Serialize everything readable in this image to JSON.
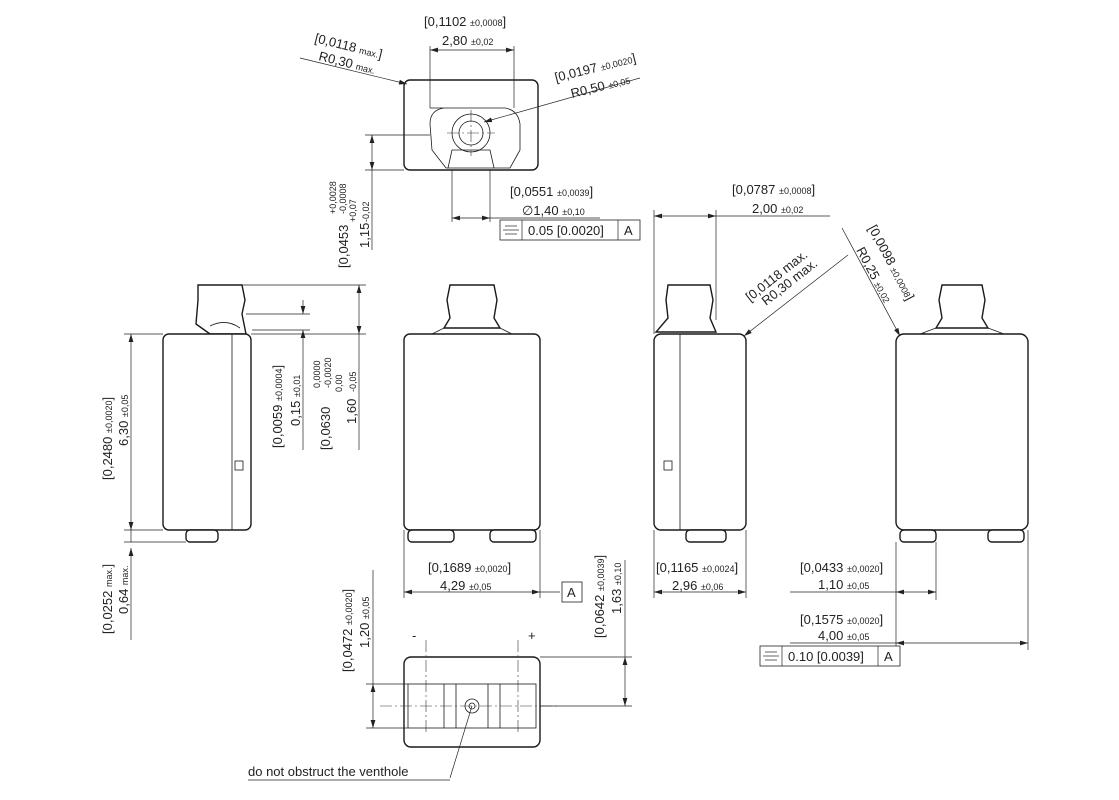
{
  "dims": {
    "top_width_in": "[0,1102",
    "top_width_in_tol": "±0,0008",
    "top_width_mm": "2,80",
    "top_width_mm_tol": "±0,02",
    "corner_in": "[0,0118",
    "corner_in_suffix": "max.",
    "corner_mm": "R0,30",
    "corner_mm_suffix": "max.",
    "vent_r_in": "[0,0197",
    "vent_r_in_tol": "±0,0020",
    "vent_r_mm": "R0,50",
    "vent_r_mm_tol": "±0,05",
    "vent_d_in": "[0,0551",
    "vent_d_in_tol": "±0,0039",
    "vent_d_mm": "∅1,40",
    "vent_d_mm_tol": "±0,10",
    "sym_tol_1": "0.05 [0.0020]",
    "datum_a": "A",
    "cap_h_in": "[0,0453",
    "cap_h_in_tol_up": "+0,0028",
    "cap_h_in_tol_dn": "-0,0008",
    "cap_h_mm": "1,15",
    "cap_h_mm_tol_up": "+0,07",
    "cap_h_mm_tol_dn": "-0,02",
    "depth_in": "[0,0787",
    "depth_in_tol": "±0,0008",
    "depth_mm": "2,00",
    "depth_mm_tol": "±0,02",
    "corner2_in": "[0,0118 max.",
    "corner2_mm": "R0,30 max.",
    "edge_r_in": "[0,0098",
    "edge_r_in_tol": "±0,0008",
    "edge_r_mm": "R0,25",
    "edge_r_mm_tol": "±0,02",
    "body_h_in": "[0,2480",
    "body_h_in_tol": "±0,0020",
    "body_h_mm": "6,30",
    "body_h_mm_tol": "±0,05",
    "shoulder_in": "[0,0059",
    "shoulder_in_tol": "±0,0004",
    "shoulder_mm": "0,15",
    "shoulder_mm_tol": "±0,01",
    "cap_total_in": "[0,0630",
    "cap_total_in_tol_up": "0,0000",
    "cap_total_in_tol_dn": "-0,0020",
    "cap_total_mm": "1,60",
    "cap_total_mm_tol_up": "0,00",
    "cap_total_mm_tol_dn": "-0,05",
    "foot_in": "[0,0252",
    "foot_in_suffix": "max.",
    "foot_mm": "0,64",
    "foot_mm_suffix": "max.",
    "width_in": "[0,1689",
    "width_in_tol": "±0,0020",
    "width_mm": "4,29",
    "width_mm_tol": "±0,05",
    "pin_in": "[0,0642",
    "pin_in_tol": "±0,0039",
    "pin_mm": "1,63",
    "pin_mm_tol": "±0,10",
    "side_w_in": "[0,1165",
    "side_w_in_tol": "±0,0024",
    "side_w_mm": "2,96",
    "side_w_mm_tol": "±0,06",
    "term_in": "[0,0433",
    "term_in_tol": "±0,0020",
    "term_mm": "1,10",
    "term_mm_tol": "±0,05",
    "rear_w_in": "[0,1575",
    "rear_w_in_tol": "±0,0020",
    "rear_w_mm": "4,00",
    "rear_w_mm_tol": "±0,05",
    "sym_tol_2": "0.10 [0.0039]",
    "bottom_h_in": "[0,0472",
    "bottom_h_in_tol": "±0,0020",
    "bottom_h_mm": "1,20",
    "bottom_h_mm_tol": "±0,05"
  },
  "labels": {
    "minus": "-",
    "plus": "+",
    "vent_note": "do not obstruct the venthole"
  }
}
